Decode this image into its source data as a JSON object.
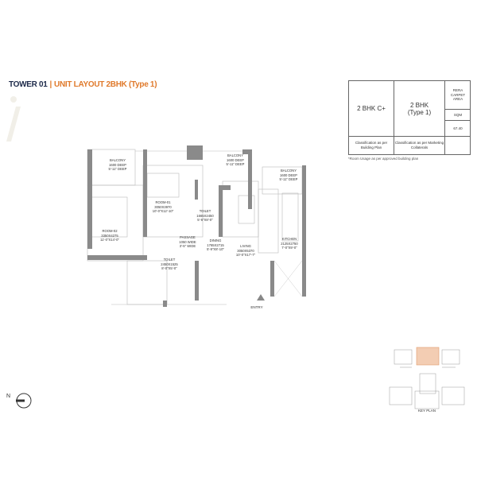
{
  "header": {
    "tower": "TOWER 01",
    "separator": "|",
    "unit_layout": "UNIT LAYOUT 2BHK  (Type 1)"
  },
  "colors": {
    "navy": "#1d2a4a",
    "accent_orange": "#e07a2c",
    "wall_gray": "#8a8a8a",
    "key_highlight": "#f3cdb3"
  },
  "spec_table": {
    "classification_building_plan": "2 BHK  C+",
    "classification_marketing_line1": "2 BHK",
    "classification_marketing_line2": "(Type 1)",
    "rera_label_line1": "RERA",
    "rera_label_line2": "CARPET",
    "rera_label_line3": "AREA",
    "unit": "SQM",
    "area_value": "67.40",
    "caption_building_plan_line1": "Classification as per",
    "caption_building_plan_line2": "Building Plan",
    "caption_marketing_line1": "Classification as per Marketing",
    "caption_marketing_line2": "Collaterals",
    "note": "*Room Usage as per approved building plan"
  },
  "rooms": [
    {
      "name": "BALCONY",
      "size": "1600 DEEP",
      "size_imperial": "5'-11\" DEEP"
    },
    {
      "name": "ROOM-01",
      "size": "3050X3970",
      "size_imperial": "10'-0\"X12'-10\""
    },
    {
      "name": "BALCONY",
      "size": "1600 DEEP",
      "size_imperial": "5'-11\" DEEP"
    },
    {
      "name": "BALCONY",
      "size": "1600 DEEP",
      "size_imperial": "5'-11\" DEEP"
    },
    {
      "name": "TOILET",
      "size": "1665X2450",
      "size_imperial": "5'-6\"X8'-0\""
    },
    {
      "name": "ROOM-02",
      "size": "3350X4275",
      "size_imperial": "11'-0\"X14'-0\""
    },
    {
      "name": "PASSAGE",
      "size": "1050 WIDE",
      "size_imperial": "3'-5\" WIDE"
    },
    {
      "name": "DINING",
      "size": "1765X2715",
      "size_imperial": "5'-9\"X8'-10\""
    },
    {
      "name": "LIVING",
      "size": "3050X5370",
      "size_imperial": "10'-0\"X17'-7\""
    },
    {
      "name": "KITCHEN",
      "size": "2125X2750",
      "size_imperial": "7'-0\"X9'-0\""
    },
    {
      "name": "TOILET",
      "size": "2450X1525",
      "size_imperial": "8'-0\"X5'-0\""
    }
  ],
  "entry_label": "ENTRY",
  "north_label": "N",
  "key_plan_label": "KEY PLAN"
}
